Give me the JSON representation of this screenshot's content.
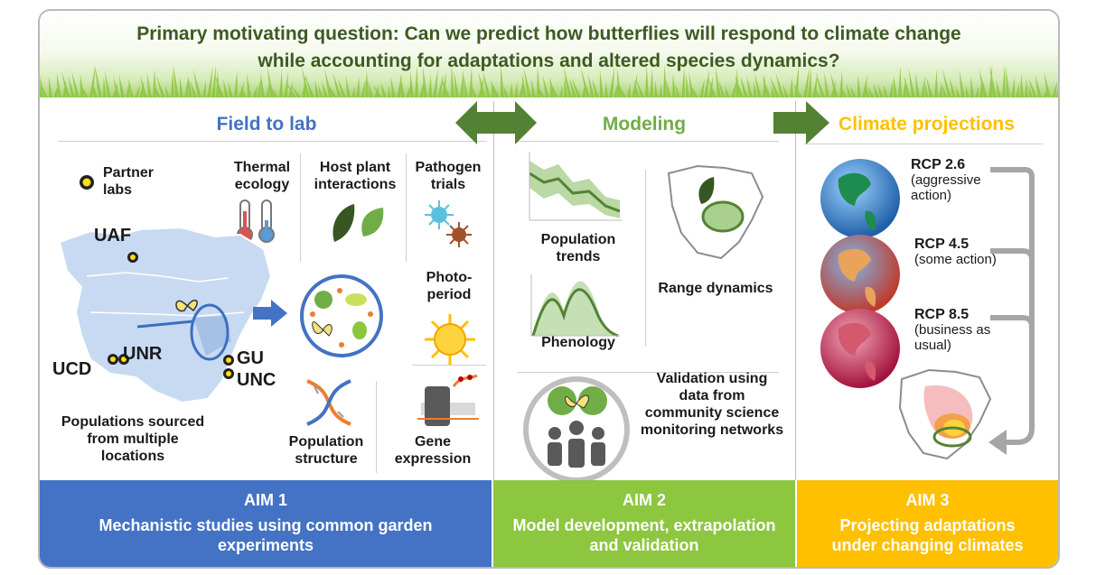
{
  "header": {
    "line1": "Primary motivating question: Can we predict how butterflies will respond to climate change",
    "line2": "while  accounting for adaptations and altered species dynamics?"
  },
  "panels": {
    "field": {
      "title": "Field to lab",
      "color": "#4472c4",
      "legend": "Partner labs",
      "thermal": "Thermal ecology",
      "host": "Host plant interactions",
      "pathogen": "Pathogen trials",
      "photoperiod": "Photo-period",
      "pop_structure": "Population structure",
      "gene": "Gene expression",
      "populations": "Populations sourced from multiple locations",
      "sites": [
        "UAF",
        "UCD",
        "UNR",
        "GU",
        "UNC"
      ]
    },
    "modeling": {
      "title": "Modeling",
      "color": "#70ad47",
      "trends": "Population trends",
      "phenology": "Phenology",
      "range": "Range dynamics",
      "validation": "Validation using data from community science monitoring networks"
    },
    "climate": {
      "title": "Climate projections",
      "color": "#ffc000",
      "rcp": [
        {
          "name": "RCP 2.6",
          "desc": "(aggressive action)"
        },
        {
          "name": "RCP 4.5",
          "desc": "(some action)"
        },
        {
          "name": "RCP 8.5",
          "desc": "(business as usual)"
        }
      ]
    }
  },
  "aims": [
    {
      "title": "AIM 1",
      "desc": "Mechanistic studies using common garden experiments",
      "color": "#4472c4"
    },
    {
      "title": "AIM 2",
      "desc": "Model development, extrapolation and validation",
      "color": "#8dc63f"
    },
    {
      "title": "AIM 3",
      "desc": "Projecting adaptations under changing climates",
      "color": "#ffc000"
    }
  ]
}
